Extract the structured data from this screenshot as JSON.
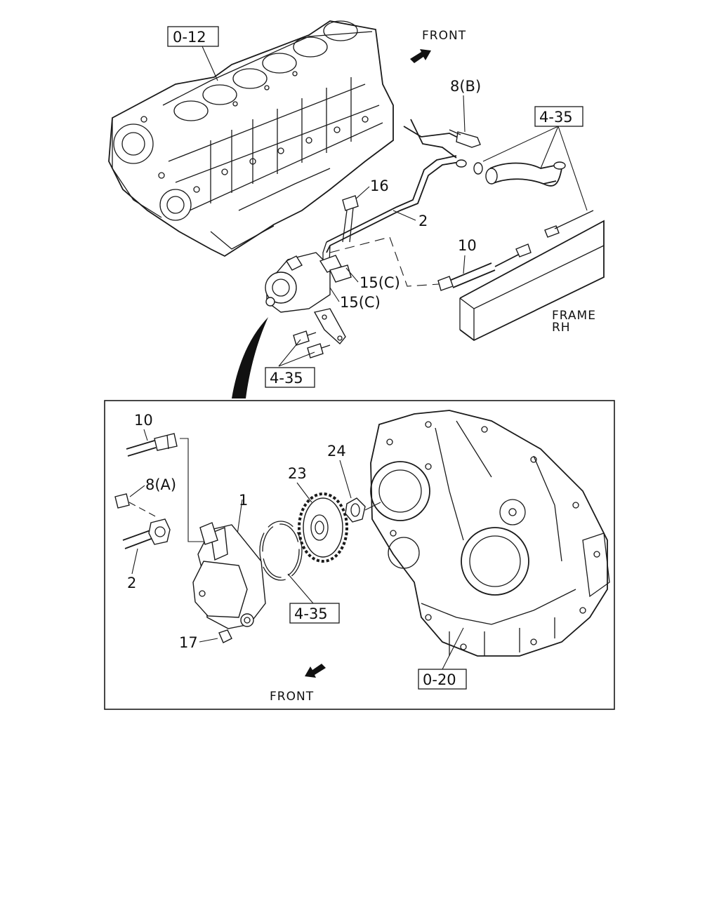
{
  "references": {
    "ref_0_12": "0-12",
    "ref_0_20": "0-20",
    "ref_4_35_top": "4-35",
    "ref_4_35_mid": "4-35",
    "ref_4_35_lower": "4-35"
  },
  "callouts": {
    "c1": "1",
    "c2_upper": "2",
    "c2_lower": "2",
    "c8a": "8(A)",
    "c8b": "8(B)",
    "c10_upper": "10",
    "c10_lower": "10",
    "c15c_a": "15(C)",
    "c15c_b": "15(C)",
    "c16": "16",
    "c17": "17",
    "c23": "23",
    "c24": "24"
  },
  "directions": {
    "front_top": "FRONT",
    "front_bottom": "FRONT"
  },
  "frame": {
    "line1": "FRAME",
    "line2": "RH"
  },
  "icons": [
    "front-arrow-icon",
    "detail-pointer-icon"
  ]
}
